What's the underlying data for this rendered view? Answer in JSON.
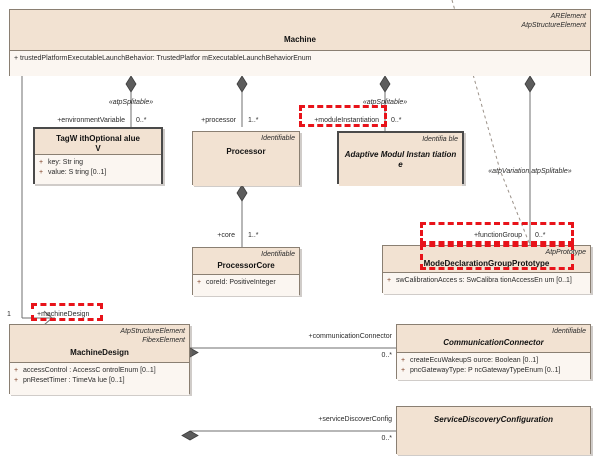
{
  "diagram": {
    "type": "uml-class-diagram",
    "title": "Machine / MachineDesign AUTOSAR class diagram"
  },
  "classes": {
    "machine": {
      "name": "Machine",
      "stereotypes": [
        "ARElement",
        "AtpStructureElement"
      ],
      "attributes": [
        "+ trustedPlatformExecutableLaunchBehavior: TrustedPlatfor    mExecutableLaunchBehaviorEnum"
      ]
    },
    "tag_with_optional_value": {
      "name": "TagW ithOptional  alue",
      "name_line2": "V",
      "stereotypes": [],
      "attributes": [
        "key: Str ing",
        "value: S tring  [0..1]"
      ]
    },
    "processor": {
      "name": "Processor",
      "stereotypes": [
        "Identifiable"
      ],
      "attributes": []
    },
    "adaptive_module_instantiation": {
      "name": "Adaptive Modul  Instan tiation",
      "name_line2": "e",
      "stereotypes": [
        "Identifia ble"
      ],
      "attributes": []
    },
    "processor_core": {
      "name": "ProcessorCore",
      "stereotypes": [
        "Identifiable"
      ],
      "attributes": [
        "coreId:    PositiveInteger"
      ]
    },
    "mode_declaration_group_prototype": {
      "name": "ModeDeclarationGroupPrototype",
      "stereotypes": [
        "AtpPrototype"
      ],
      "attributes": [
        "swCalibrationAcces    s: SwCalibra tionAccessEn um [0..1]"
      ]
    },
    "machine_design": {
      "name": "MachineDesign",
      "stereotypes": [
        "AtpStructureElement",
        "FibexElement"
      ],
      "attributes": [
        "accessControl : AccessC ontrolEnum  [0..1]",
        "pnResetTimer : TimeVa lue [0..1]"
      ]
    },
    "communication_connector": {
      "name": "CommunicationConnector",
      "stereotypes": [
        "Identifiable"
      ],
      "attributes": [
        "createEcuWakeupS ource: Boolean [0..1]",
        "pncGatewayType: P ncGatewayTypeEnum [0..1]"
      ]
    },
    "service_discovery_configuration": {
      "name": "ServiceDiscoveryConfiguration",
      "stereotypes": [],
      "attributes": []
    }
  },
  "associations": {
    "environment_variable": {
      "role": "+environmentVariable",
      "multiplicity": "0..*",
      "stereotype": "«atpSplitable»"
    },
    "processor": {
      "role": "+processor",
      "multiplicity": "1..*"
    },
    "module_instantiation": {
      "role": "+moduleInstantiation",
      "multiplicity": "0..*",
      "stereotype": "«atpSplitable»"
    },
    "atp_variation": {
      "stereotype": "«atpVariation,atpSplitable»"
    },
    "core": {
      "role": "+core",
      "multiplicity": "1..*"
    },
    "function_group": {
      "role": "+functionGroup",
      "multiplicity": "0..*"
    },
    "machine_design": {
      "role": "+machineDesign",
      "multiplicity": "1"
    },
    "communication_connector": {
      "role": "+communicationConnector",
      "multiplicity": "0..*"
    },
    "service_discover_config": {
      "role": "+serviceDiscoverConfig",
      "multiplicity": "0..*"
    }
  },
  "highlights": {
    "count": 3,
    "color": "#e8131a",
    "items": [
      "module_instantiation_role",
      "function_group_role",
      "mode_declaration_group_prototype_name",
      "machine_design_role"
    ]
  },
  "colors": {
    "class_header": "#f2e2d2",
    "class_body": "#fbf6f1",
    "border": "#8a7f72",
    "line": "#6f6f6f",
    "highlight": "#e8131a"
  }
}
